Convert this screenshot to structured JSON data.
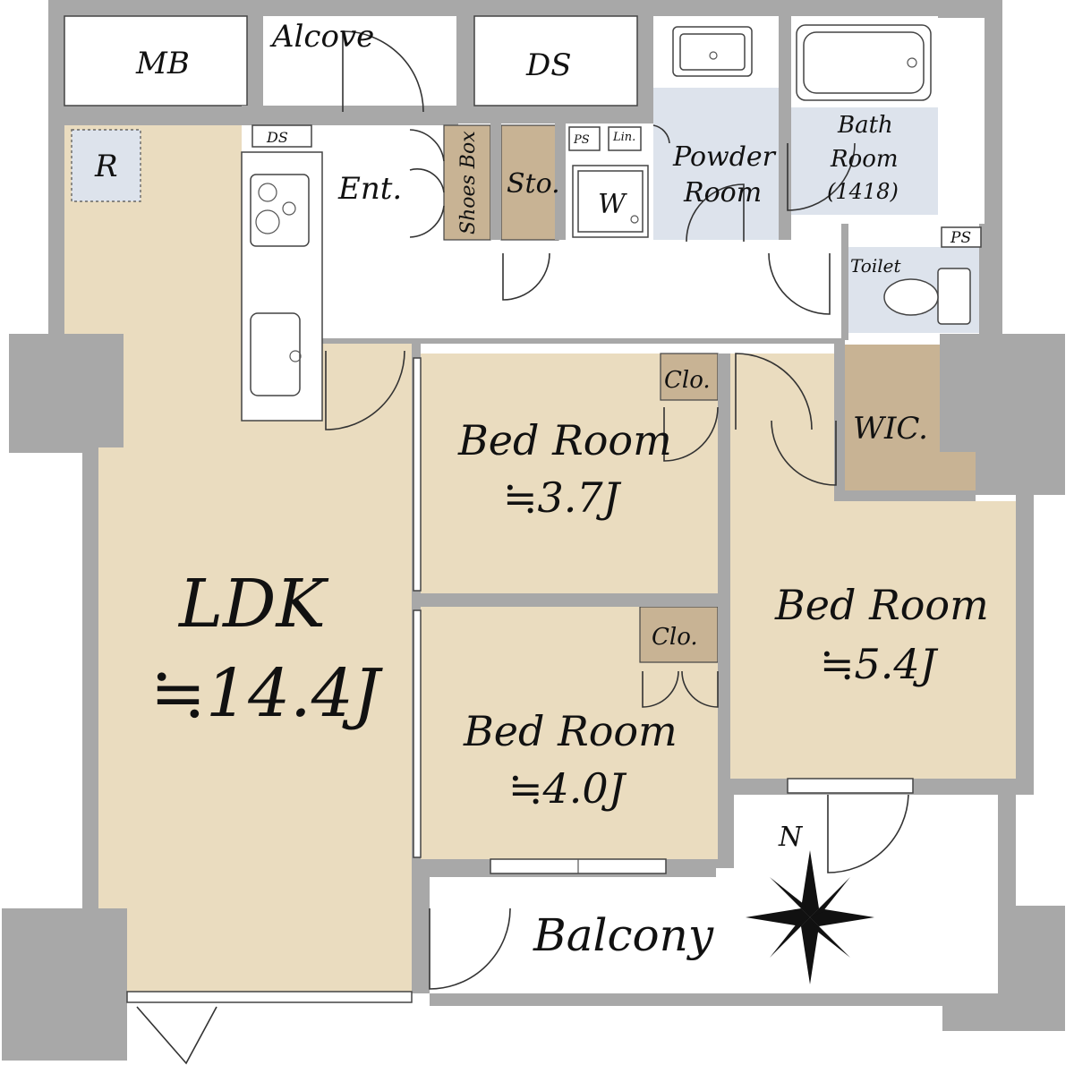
{
  "rooms": {
    "mb": "MB",
    "alcove": "Alcove",
    "ds_top": "DS",
    "ds_small": "DS",
    "r": "R",
    "entrance": "Ent.",
    "shoes_box": "Shoes Box",
    "storage": "Sto.",
    "ps1": "PS",
    "linen": "Lin.",
    "washer": "W",
    "powder_room_line1": "Powder",
    "powder_room_line2": "Room",
    "bath_line1": "Bath",
    "bath_line2": "Room",
    "bath_line3": "(1418)",
    "ps2": "PS",
    "toilet": "Toilet",
    "wic": "WIC.",
    "ldk_name": "LDK",
    "ldk_size": "≒14.4J",
    "bed1_name": "Bed Room",
    "bed1_size": "≒3.7J",
    "bed1_closet": "Clo.",
    "bed2_name": "Bed Room",
    "bed2_size": "≒4.0J",
    "bed2_closet": "Clo.",
    "bed3_name": "Bed Room",
    "bed3_size": "≒5.4J",
    "balcony": "Balcony",
    "north": "N"
  },
  "colors": {
    "living_fill": "#eadcbf",
    "storage_fill": "#c8b394",
    "wet_area_fill": "#dde3ec",
    "wall_fill": "#a8a8a8"
  }
}
